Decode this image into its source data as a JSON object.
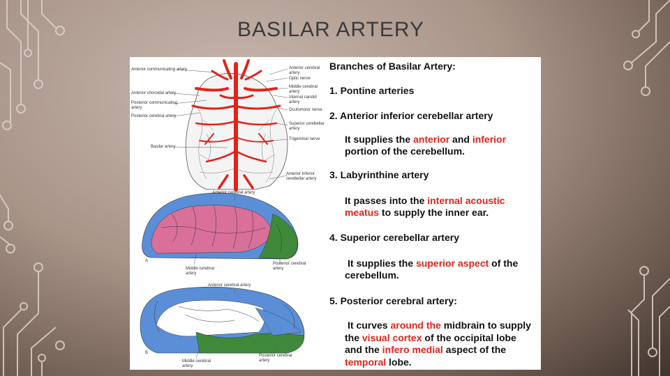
{
  "slide": {
    "title": "BASILAR ARTERY"
  },
  "figure": {
    "labels_left": [
      "Anterior communicating artery",
      "Anterior choroidal artery",
      "Posterior communicating",
      "artery",
      "Posterior cerebral artery",
      "Basilar artery"
    ],
    "labels_right": [
      "Anterior cerebral",
      "artery",
      "Optic nerve",
      "Middle cerebral",
      "artery",
      "Internal carotid",
      "artery",
      "Oculomotor nerve",
      "Superior cerebellar",
      "artery",
      "Trigeminal nerve",
      "Anterior inferior",
      "cerebellar artery"
    ],
    "panel_a": {
      "top_label": "Anterior cerebral artery",
      "left_label_1": "Middle cerebral",
      "left_label_2": "artery",
      "right_label_1": "Posterior cerebral",
      "right_label_2": "artery",
      "marker": "A"
    },
    "panel_b": {
      "top_label": "Anterior cerebral artery",
      "left_label_1": "Middle cerebral",
      "left_label_2": "artery",
      "right_label_1": "Posterior cerebral",
      "right_label_2": "artery",
      "marker": "B"
    },
    "colors": {
      "artery_red": "#e2231a",
      "territory_blue": "#5a8fd8",
      "territory_pink": "#d9709a",
      "territory_green": "#3f8a3a"
    }
  },
  "content": {
    "heading": "Branches of Basilar Artery:",
    "item1": "1.  Pontine arteries",
    "item2": "2.  Anterior inferior cerebellar artery",
    "item2_desc": {
      "l1_a": "It supplies the ",
      "l1_b": "anterior",
      "l1_c": " and ",
      "l1_d": "inferior",
      "l2": "portion of the cerebellum."
    },
    "item3": "3. Labyrinthine artery",
    "item3_desc": {
      "l1_a": "It passes into the ",
      "l1_b": "internal acoustic",
      "l2_a": "meatus",
      "l2_b": " to supply the inner ear."
    },
    "item4": "4. Superior cerebellar artery",
    "item4_desc": {
      "l1_a": "It supplies the ",
      "l1_b": "superior aspect",
      "l1_c": " of the",
      "l2": "cerebellum."
    },
    "item5": "5. Posterior cerebral artery:",
    "item5_desc": {
      "l1_a": "It curves ",
      "l1_b": "around the",
      "l1_c": " midbrain to supply",
      "l2_a": "the ",
      "l2_b": "visual cortex",
      "l2_c": " of the occipital lobe",
      "l3_a": "and the ",
      "l3_b": "infero medial",
      "l3_c": " aspect of the",
      "l4_a": "temporal",
      "l4_b": " lobe."
    },
    "accent_color": "#e2231a"
  }
}
